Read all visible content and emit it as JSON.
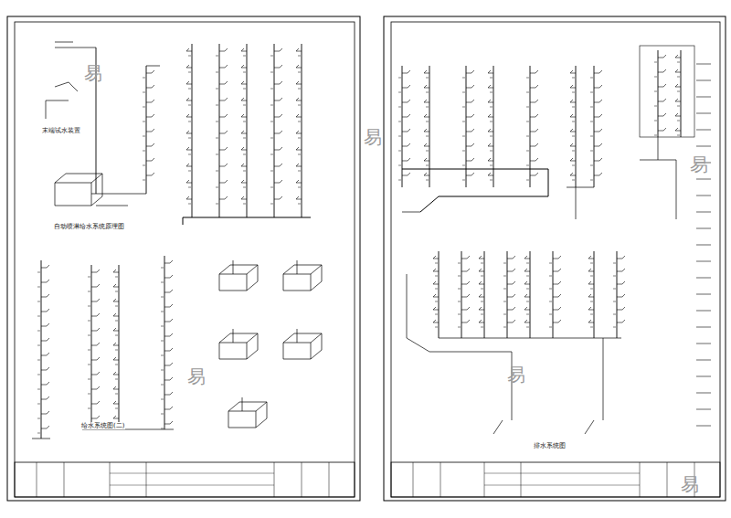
{
  "diagram": {
    "labels": [
      "末端试水装置",
      "自动喷淋给水系统原理图",
      "给水系统图(二)",
      "排水系统图",
      "易",
      "易",
      "易",
      "易",
      "易",
      "易"
    ]
  }
}
